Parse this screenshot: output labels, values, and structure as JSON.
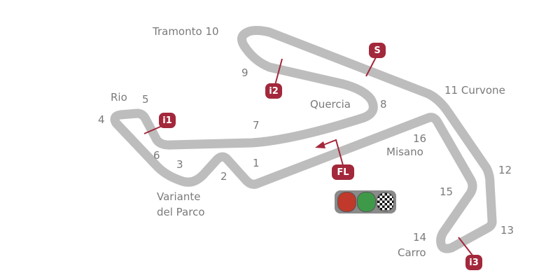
{
  "colors": {
    "track": "#bdbdbd",
    "marker": "#a3283b",
    "red_light": "#c0392b",
    "green_light": "#3e9a48"
  },
  "corners": [
    {
      "id": "1",
      "text": "1"
    },
    {
      "id": "2",
      "text": "2"
    },
    {
      "id": "3",
      "text": "3"
    },
    {
      "id": "4",
      "text": "4"
    },
    {
      "id": "5",
      "text": "5"
    },
    {
      "id": "6",
      "text": "6"
    },
    {
      "id": "7",
      "text": "7"
    },
    {
      "id": "8",
      "text": "8"
    },
    {
      "id": "9",
      "text": "9"
    },
    {
      "id": "12",
      "text": "12"
    },
    {
      "id": "13",
      "text": "13"
    },
    {
      "id": "15",
      "text": "15"
    },
    {
      "id": "16",
      "text": "16"
    },
    {
      "id": "14",
      "text": "14"
    }
  ],
  "names": {
    "tramonto": "Tramonto 10",
    "rio": "Rio",
    "quercia": "Quercia",
    "curvone": "11 Curvone",
    "misano": "Misano",
    "variante_1": "Variante",
    "variante_2": "del Parco",
    "carro": "Carro"
  },
  "markers": {
    "s": "S",
    "i1": "i1",
    "i2": "i2",
    "i3": "i3",
    "fl": "FL"
  }
}
